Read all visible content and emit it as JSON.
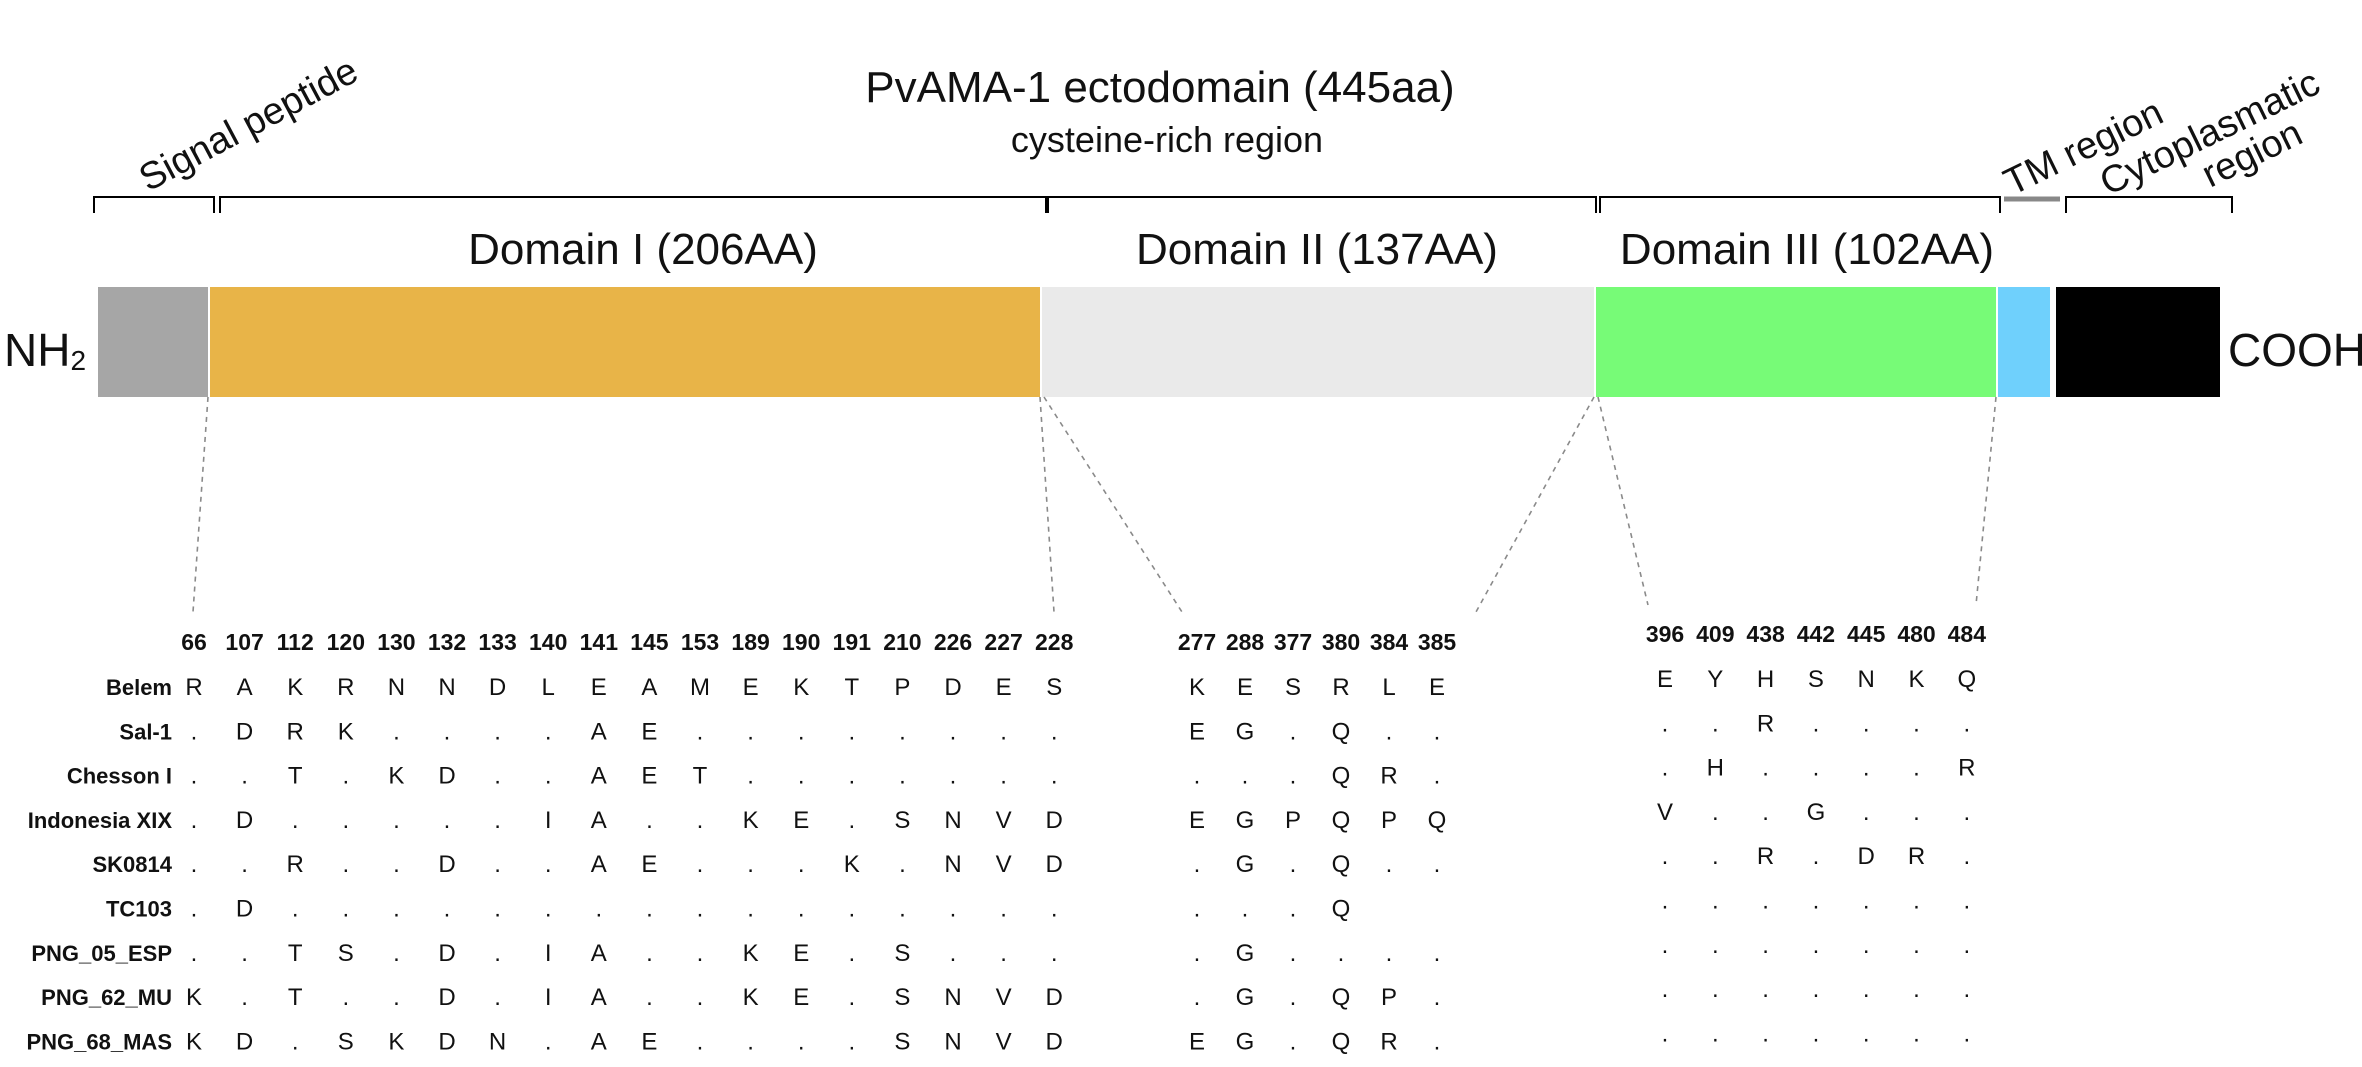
{
  "header": {
    "title": "PvAMA-1 ectodomain (445aa)",
    "subtitle": "cysteine-rich region"
  },
  "regions": {
    "signal": "Signal peptide",
    "tm": "TM region",
    "cyto_1": "Cytoplasmatic",
    "cyto_2": "region"
  },
  "termini": {
    "n": "NH",
    "n_sub": "2",
    "c": "COOH"
  },
  "domains": [
    {
      "label": "Domain I (206AA)",
      "color": "#E8B448"
    },
    {
      "label": "Domain II (137AA)",
      "color": "#EAEAEA"
    },
    {
      "label": "Domain III (102AA)",
      "color": "#77FB77"
    }
  ],
  "segment_colors": {
    "signal": "#A6A6A6",
    "tm": "#6FD0FC",
    "cyto": "#000000"
  },
  "alignment": {
    "strains": [
      "Belem",
      "Sal-1",
      "Chesson I",
      "Indonesia XIX",
      "SK0814",
      "TC103",
      "PNG_05_ESP",
      "PNG_62_MU",
      "PNG_68_MAS"
    ],
    "groups": [
      {
        "name": "domain1",
        "positions": [
          "66",
          "107",
          "112",
          "120",
          "130",
          "132",
          "133",
          "140",
          "141",
          "145",
          "153",
          "189",
          "190",
          "191",
          "210",
          "226",
          "227",
          "228"
        ],
        "rows": [
          [
            "R",
            "A",
            "K",
            "R",
            "N",
            "N",
            "D",
            "L",
            "E",
            "A",
            "M",
            "E",
            "K",
            "T",
            "P",
            "D",
            "E",
            "S"
          ],
          [
            ".",
            "D",
            "R",
            "K",
            ".",
            ".",
            ".",
            ".",
            "A",
            "E",
            ".",
            ".",
            ".",
            ".",
            ".",
            ".",
            ".",
            "."
          ],
          [
            ".",
            ".",
            "T",
            ".",
            "K",
            "D",
            ".",
            ".",
            "A",
            "E",
            "T",
            ".",
            ".",
            ".",
            ".",
            ".",
            ".",
            "."
          ],
          [
            ".",
            "D",
            ".",
            ".",
            ".",
            ".",
            ".",
            "I",
            "A",
            ".",
            ".",
            "K",
            "E",
            ".",
            "S",
            "N",
            "V",
            "D"
          ],
          [
            ".",
            ".",
            "R",
            ".",
            ".",
            "D",
            ".",
            ".",
            "A",
            "E",
            ".",
            ".",
            ".",
            "K",
            ".",
            "N",
            "V",
            "D"
          ],
          [
            ".",
            "D",
            ".",
            ".",
            ".",
            ".",
            ".",
            ".",
            ".",
            ".",
            ".",
            ".",
            ".",
            ".",
            ".",
            ".",
            ".",
            "."
          ],
          [
            ".",
            ".",
            "T",
            "S",
            ".",
            "D",
            ".",
            "I",
            "A",
            ".",
            ".",
            "K",
            "E",
            ".",
            "S",
            ".",
            ".",
            "."
          ],
          [
            "K",
            ".",
            "T",
            ".",
            ".",
            "D",
            ".",
            "I",
            "A",
            ".",
            ".",
            "K",
            "E",
            ".",
            "S",
            "N",
            "V",
            "D"
          ],
          [
            "K",
            "D",
            ".",
            "S",
            "K",
            "D",
            "N",
            ".",
            "A",
            "E",
            ".",
            ".",
            ".",
            ".",
            "S",
            "N",
            "V",
            "D"
          ]
        ]
      },
      {
        "name": "domain2",
        "positions": [
          "277",
          "288",
          "377",
          "380",
          "384",
          "385"
        ],
        "rows": [
          [
            "K",
            "E",
            "S",
            "R",
            "L",
            "E"
          ],
          [
            "E",
            "G",
            ".",
            "Q",
            ".",
            "."
          ],
          [
            ".",
            ".",
            ".",
            "Q",
            "R",
            "."
          ],
          [
            "E",
            "G",
            "P",
            "Q",
            "P",
            "Q"
          ],
          [
            ".",
            "G",
            ".",
            "Q",
            ".",
            "."
          ],
          [
            ".",
            ".",
            ".",
            "Q",
            "",
            ""
          ],
          [
            ".",
            "G",
            ".",
            ".",
            ".",
            "."
          ],
          [
            ".",
            "G",
            ".",
            "Q",
            "P",
            "."
          ],
          [
            "E",
            "G",
            ".",
            "Q",
            "R",
            "."
          ]
        ]
      },
      {
        "name": "domain3",
        "positions": [
          "396",
          "409",
          "438",
          "442",
          "445",
          "480",
          "484"
        ],
        "rows": [
          [
            "E",
            "Y",
            "H",
            "S",
            "N",
            "K",
            "Q"
          ],
          [
            ".",
            ".",
            "R",
            ".",
            ".",
            ".",
            "."
          ],
          [
            ".",
            "H",
            ".",
            ".",
            ".",
            ".",
            "R"
          ],
          [
            "V",
            ".",
            ".",
            "G",
            ".",
            ".",
            "."
          ],
          [
            ".",
            ".",
            "R",
            ".",
            "D",
            "R",
            "."
          ],
          [
            ".",
            ".",
            ".",
            ".",
            ".",
            ".",
            "."
          ],
          [
            ".",
            ".",
            ".",
            ".",
            ".",
            ".",
            "."
          ],
          [
            ".",
            ".",
            ".",
            ".",
            ".",
            ".",
            "."
          ],
          [
            ".",
            ".",
            ".",
            ".",
            ".",
            ".",
            "."
          ]
        ]
      }
    ]
  }
}
